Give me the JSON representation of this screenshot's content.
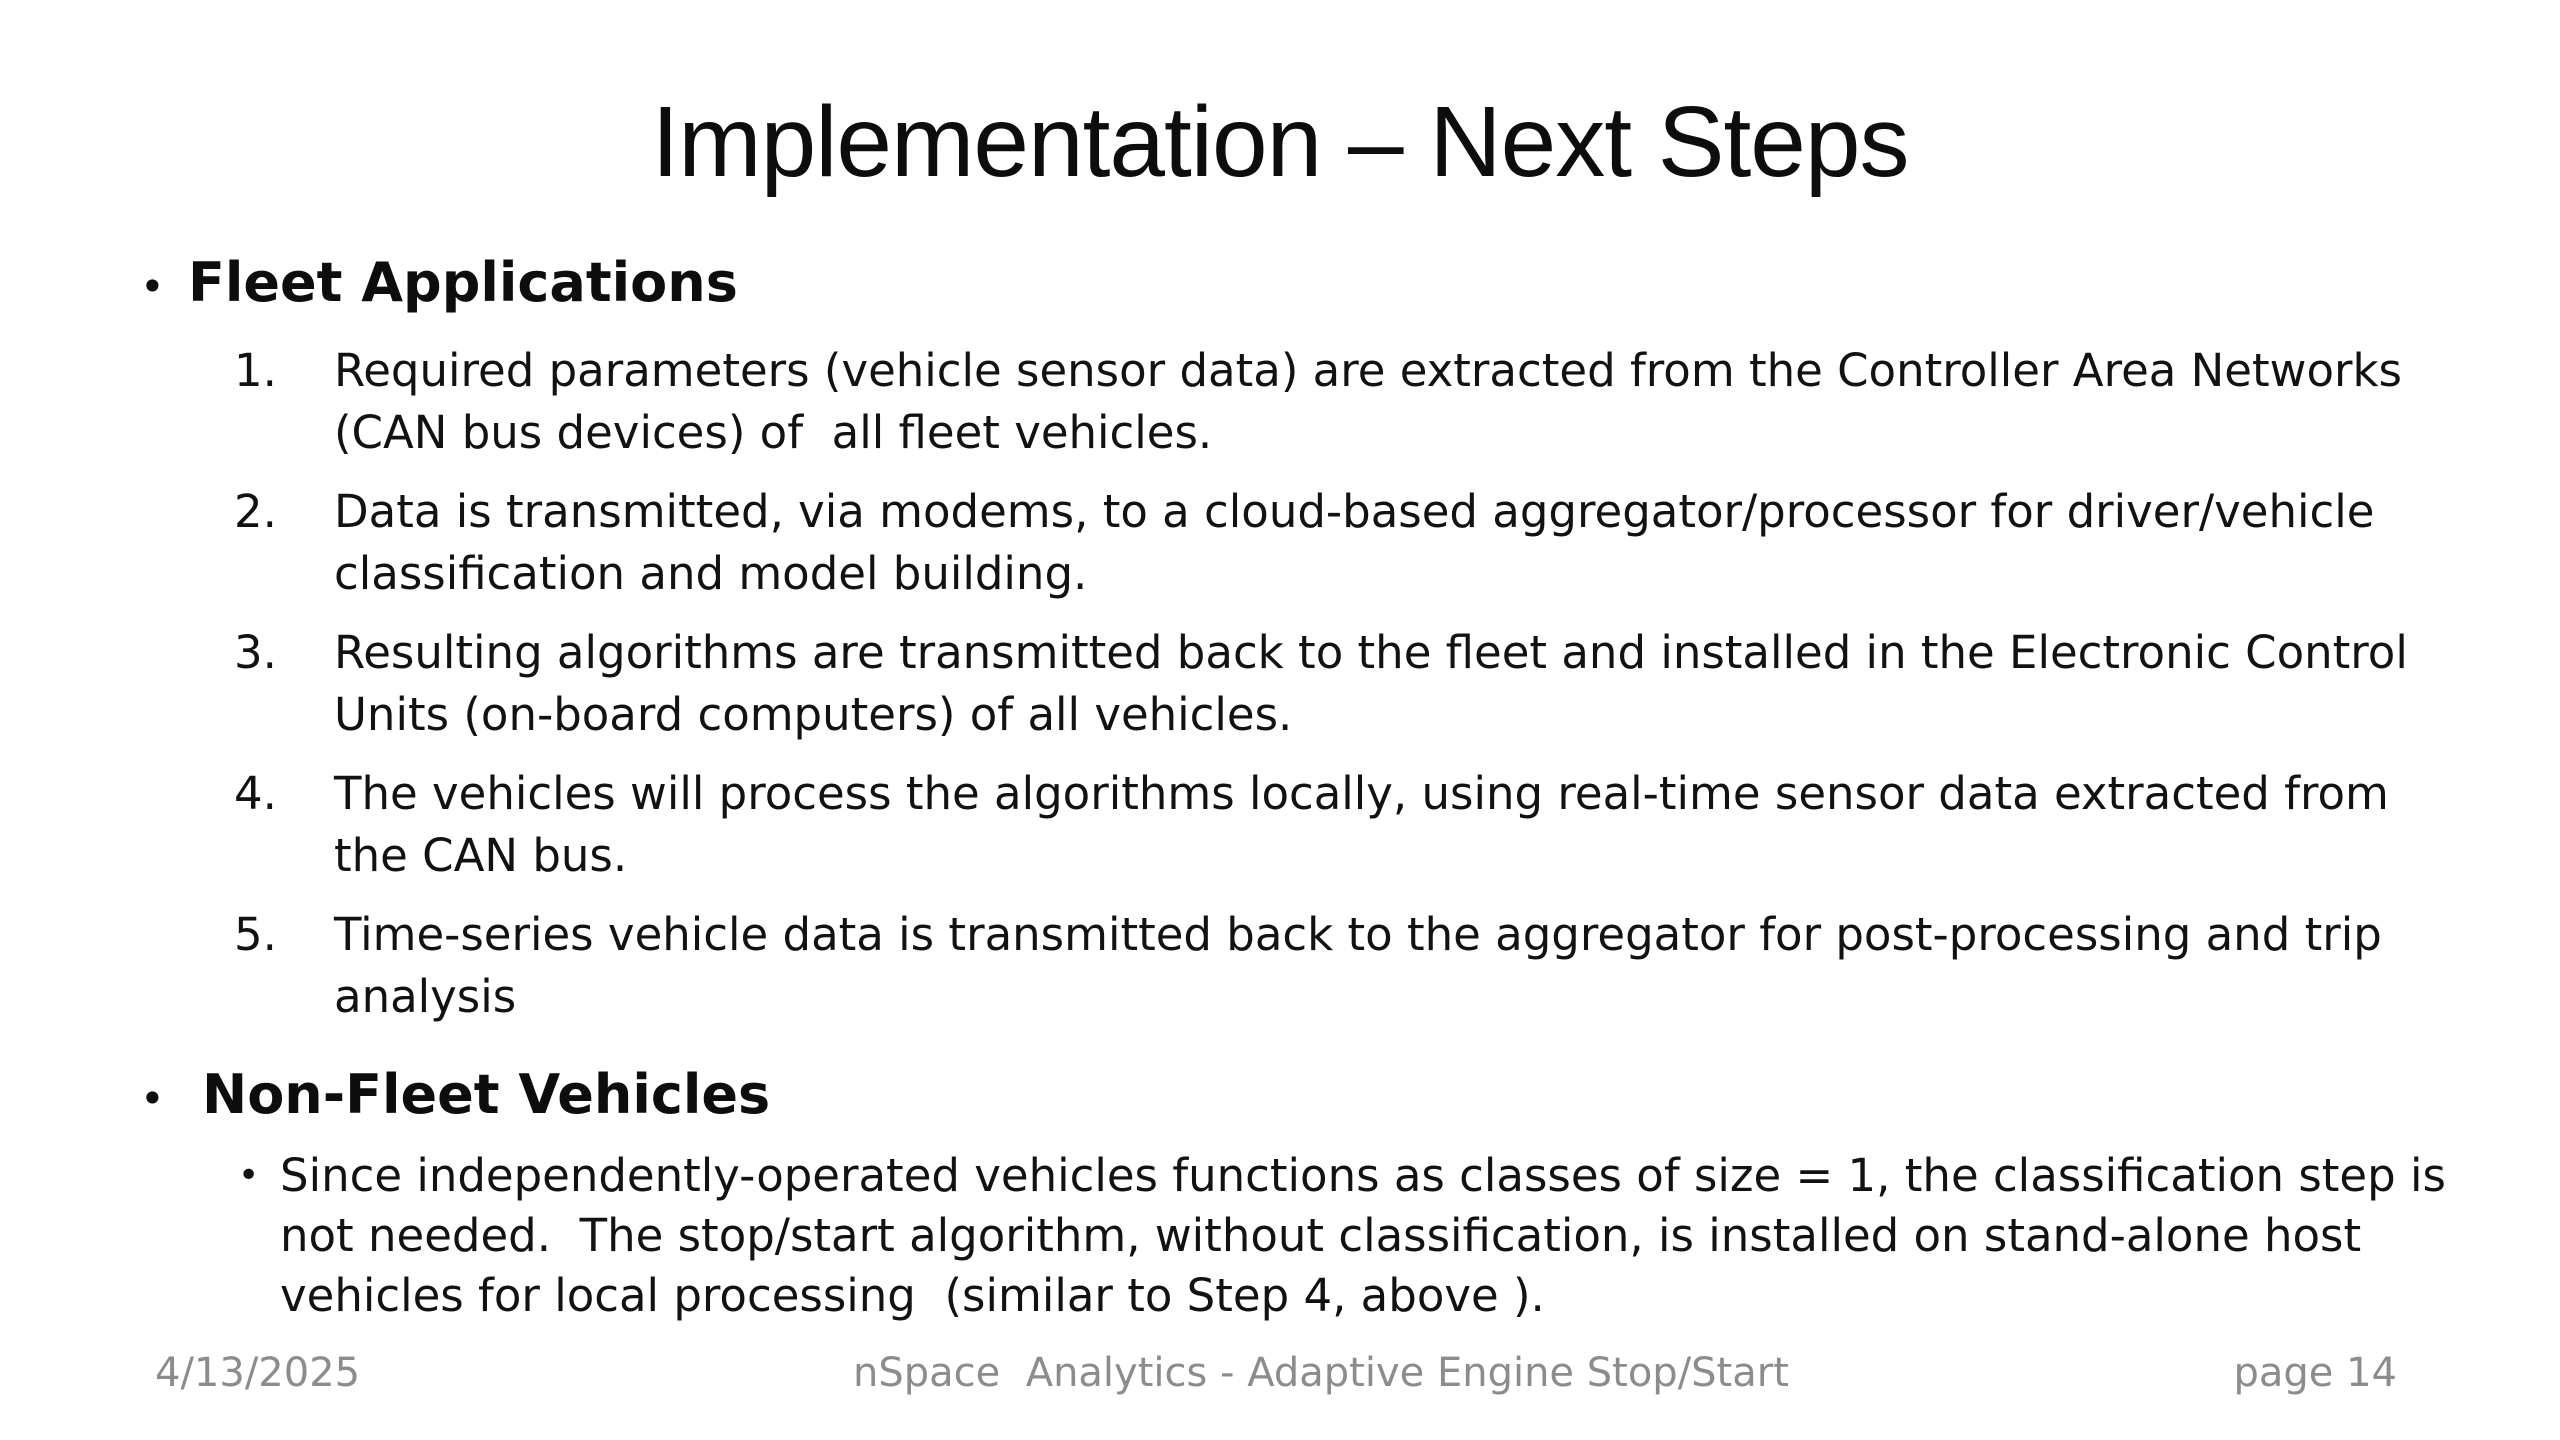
{
  "slide": {
    "title": "Implementation – Next Steps",
    "bullet_char": "•",
    "text_color": "#0d0d0d",
    "background_color": "#ffffff",
    "sections": [
      {
        "heading": "Fleet Applications",
        "items": [
          {
            "number": "1.",
            "text": "Required parameters (vehicle sensor data) are extracted from the Controller Area Networks (CAN bus devices) of  all fleet vehicles."
          },
          {
            "number": "2.",
            "text": "Data is transmitted, via modems, to a cloud-based aggregator/processor for driver/vehicle classification and model building."
          },
          {
            "number": "3.",
            "text": "Resulting algorithms are transmitted back to the fleet and installed in the Electronic Control Units (on-board computers) of all vehicles."
          },
          {
            "number": "4.",
            "text": "The vehicles will process the algorithms locally, using real-time sensor data extracted from the CAN bus."
          },
          {
            "number": "5.",
            "text": "Time-series vehicle data is transmitted back to the aggregator for post-processing and trip analysis"
          }
        ]
      },
      {
        "heading": "Non-Fleet Vehicles",
        "bullets": [
          {
            "text": "Since independently-operated vehicles functions as classes of size = 1, the classification step is not needed.  The stop/start algorithm, without classification, is installed on stand-alone host vehicles for local processing  (similar to Step 4, above )."
          }
        ]
      }
    ]
  },
  "footer": {
    "date": "4/13/2025",
    "deck_title": "nSpace  Analytics - Adaptive Engine Stop/Start",
    "page": "page 14",
    "text_color": "#8c8c8c"
  }
}
